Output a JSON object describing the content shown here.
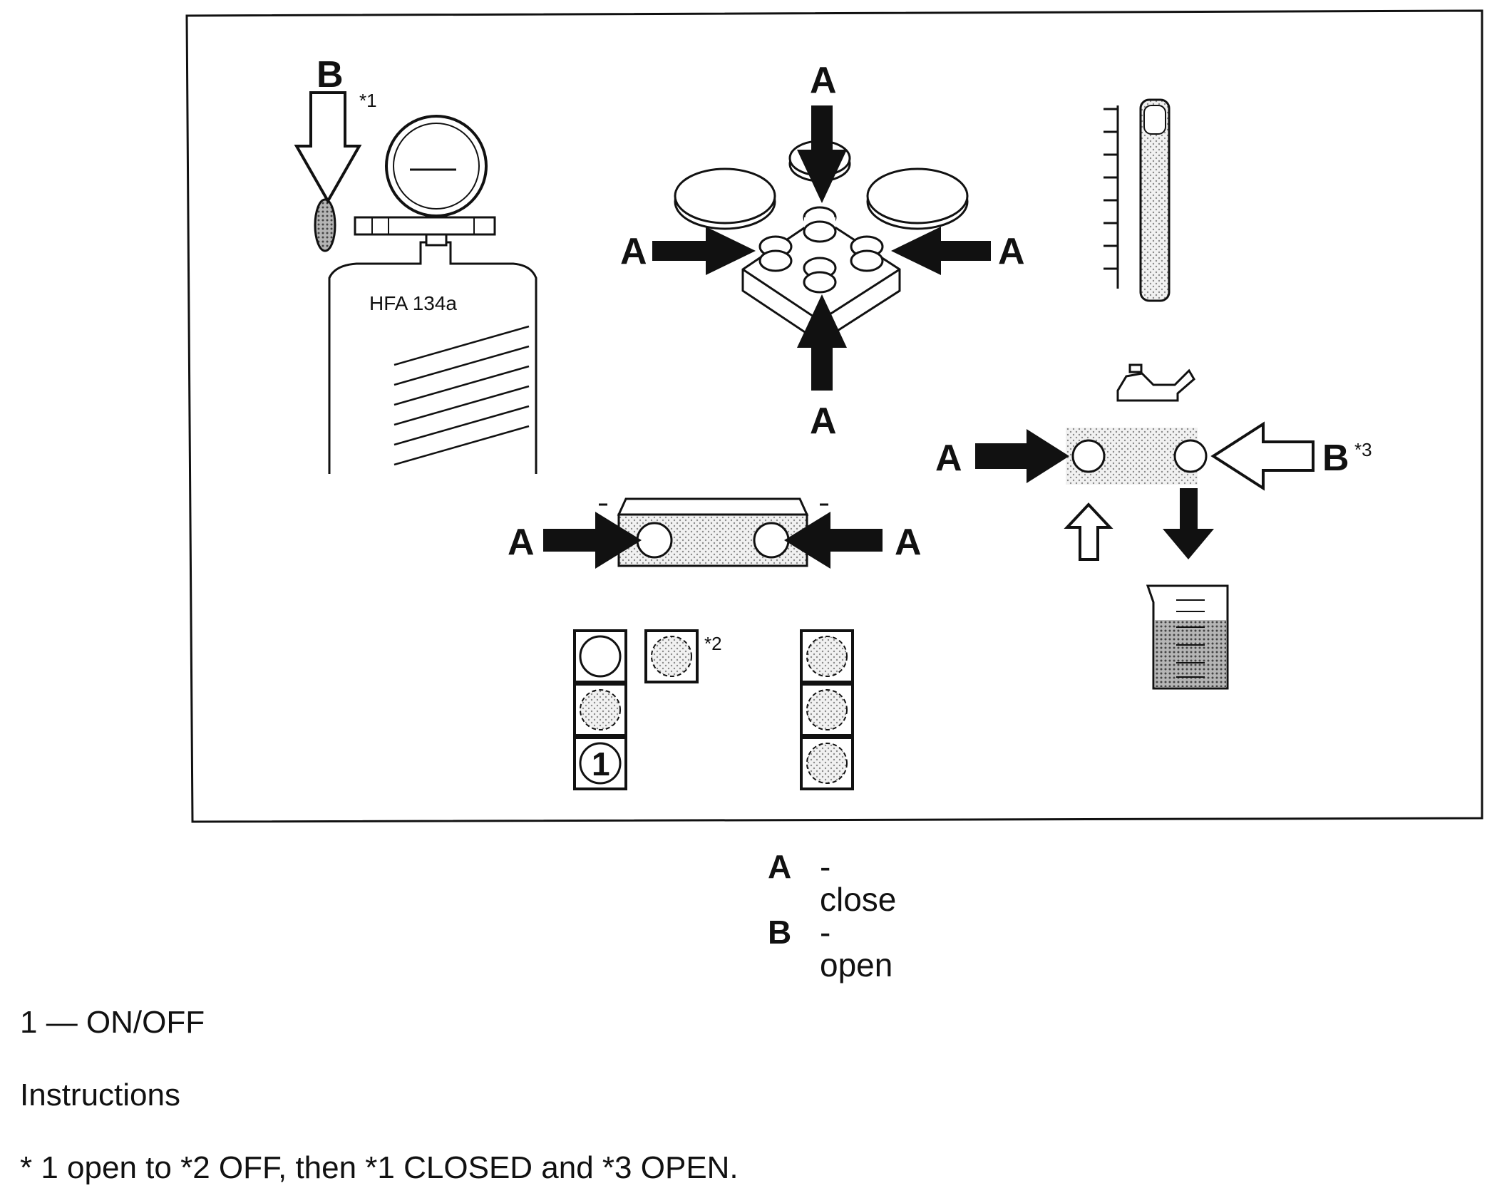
{
  "diagram": {
    "cylinder_label": "HFA 134a",
    "label_a": "A",
    "label_b": "B",
    "mark_1": "*1",
    "mark_2": "*2",
    "mark_3": "*3",
    "switch_number": "1"
  },
  "legend": [
    {
      "key": "A",
      "desc": "- close"
    },
    {
      "key": "B",
      "desc": "- open"
    }
  ],
  "notes": {
    "item_1": "1 — ON/OFF",
    "heading": "Instructions",
    "instruction": "* 1 open to *2 OFF, then *1 CLOSED and *3 OPEN."
  },
  "colors": {
    "ink": "#111111",
    "stipple": "#c8c8c8",
    "background": "#ffffff"
  }
}
